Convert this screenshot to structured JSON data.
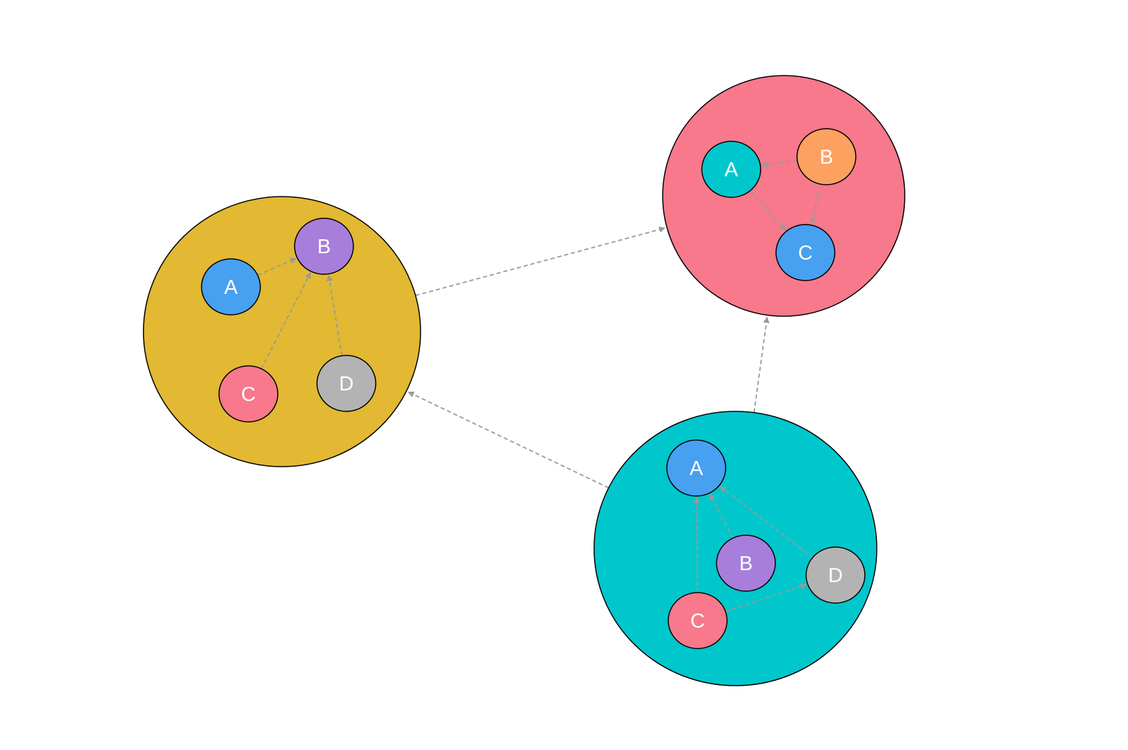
{
  "colors": {
    "edge": "#999999",
    "outline": "#000000",
    "label": "#ffffff",
    "mustard": "#e3b832",
    "pink": "#f7798b",
    "cyan": "#00c7cc",
    "blue": "#47a0f0",
    "purple": "#a77edb",
    "orange": "#fda160",
    "gray": "#b3b3b3"
  },
  "clusters": [
    {
      "id": "mustard",
      "color": "#e3b832",
      "nodes": [
        {
          "id": "A",
          "label": "A",
          "color": "#47a0f0"
        },
        {
          "id": "B",
          "label": "B",
          "color": "#a77edb"
        },
        {
          "id": "C",
          "label": "C",
          "color": "#f7798b"
        },
        {
          "id": "D",
          "label": "D",
          "color": "#b3b3b3"
        }
      ],
      "edges": [
        {
          "from": "A",
          "to": "B"
        },
        {
          "from": "C",
          "to": "B"
        },
        {
          "from": "D",
          "to": "B"
        }
      ]
    },
    {
      "id": "pink",
      "color": "#f7798b",
      "nodes": [
        {
          "id": "A",
          "label": "A",
          "color": "#00c7cc"
        },
        {
          "id": "B",
          "label": "B",
          "color": "#fda160"
        },
        {
          "id": "C",
          "label": "C",
          "color": "#47a0f0"
        }
      ],
      "edges": [
        {
          "from": "B",
          "to": "A"
        },
        {
          "from": "B",
          "to": "C"
        },
        {
          "from": "A",
          "to": "C"
        }
      ]
    },
    {
      "id": "cyan",
      "color": "#00c7cc",
      "nodes": [
        {
          "id": "A",
          "label": "A",
          "color": "#47a0f0"
        },
        {
          "id": "B",
          "label": "B",
          "color": "#a77edb"
        },
        {
          "id": "C",
          "label": "C",
          "color": "#f7798b"
        },
        {
          "id": "D",
          "label": "D",
          "color": "#b3b3b3"
        }
      ],
      "edges": [
        {
          "from": "B",
          "to": "A"
        },
        {
          "from": "C",
          "to": "A"
        },
        {
          "from": "D",
          "to": "A"
        },
        {
          "from": "C",
          "to": "D"
        }
      ]
    }
  ],
  "cluster_edges": [
    {
      "from": "mustard",
      "to": "pink"
    },
    {
      "from": "cyan",
      "to": "pink"
    },
    {
      "from": "cyan",
      "to": "mustard"
    }
  ]
}
